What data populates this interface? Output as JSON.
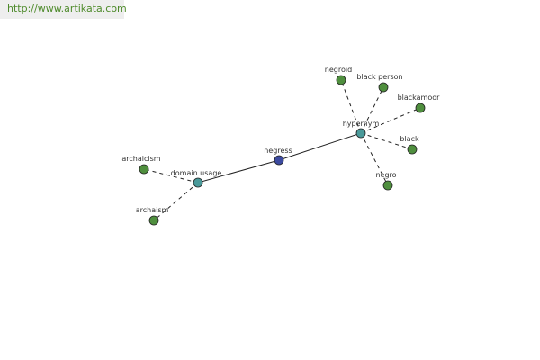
{
  "site": {
    "url": "http://www.artikata.com"
  },
  "colors": {
    "center": "#3c4aa0",
    "hub": "#4a9a9a",
    "leaf": "#4f8f3e",
    "url_text": "#4d8a2a",
    "url_bg": "#eeeeee"
  },
  "graph": {
    "nodes": [
      {
        "id": "negress",
        "label": "negress",
        "kind": "center"
      },
      {
        "id": "hypernym",
        "label": "hypernym",
        "kind": "hub"
      },
      {
        "id": "domain_usage",
        "label": "domain usage",
        "kind": "hub"
      },
      {
        "id": "negroid",
        "label": "negroid",
        "kind": "leaf"
      },
      {
        "id": "black_person",
        "label": "black person",
        "kind": "leaf"
      },
      {
        "id": "blackamoor",
        "label": "blackamoor",
        "kind": "leaf"
      },
      {
        "id": "black",
        "label": "black",
        "kind": "leaf"
      },
      {
        "id": "negro",
        "label": "negro",
        "kind": "leaf"
      },
      {
        "id": "archaicism",
        "label": "archaicism",
        "kind": "leaf"
      },
      {
        "id": "archaism",
        "label": "archaism",
        "kind": "leaf"
      }
    ],
    "edges": [
      {
        "from": "negress",
        "to": "hypernym",
        "style": "solid"
      },
      {
        "from": "negress",
        "to": "domain_usage",
        "style": "solid"
      },
      {
        "from": "hypernym",
        "to": "negroid",
        "style": "dashed"
      },
      {
        "from": "hypernym",
        "to": "black_person",
        "style": "dashed"
      },
      {
        "from": "hypernym",
        "to": "blackamoor",
        "style": "dashed"
      },
      {
        "from": "hypernym",
        "to": "black",
        "style": "dashed"
      },
      {
        "from": "hypernym",
        "to": "negro",
        "style": "dashed"
      },
      {
        "from": "domain_usage",
        "to": "archaicism",
        "style": "dashed"
      },
      {
        "from": "domain_usage",
        "to": "archaism",
        "style": "dashed"
      }
    ]
  }
}
